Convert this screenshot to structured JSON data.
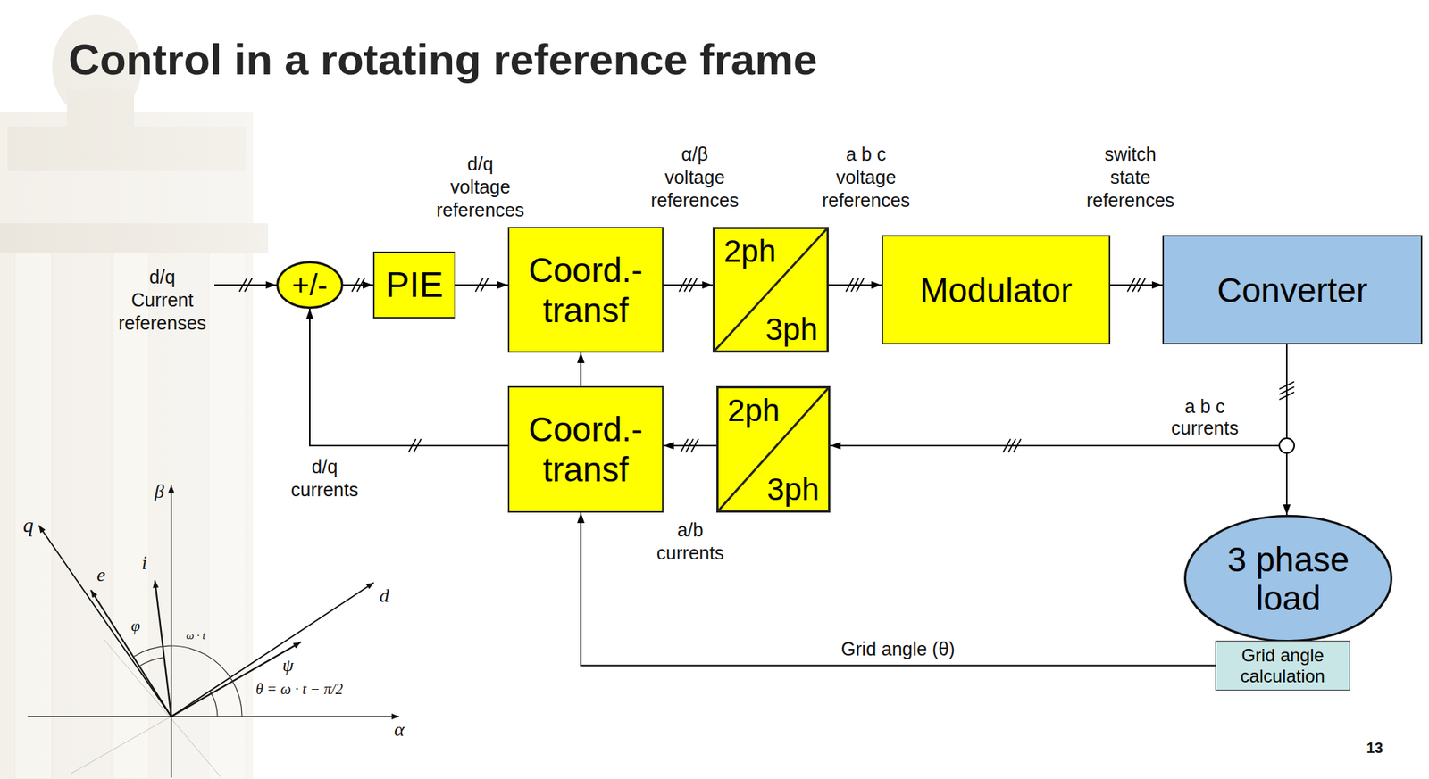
{
  "diagram": {
    "title": "Control in a rotating reference frame",
    "nodes": [
      {
        "text": [
          "+/-"
        ]
      },
      {
        "text": [
          "PIE"
        ]
      },
      {
        "text": [
          "Coord.-transf"
        ]
      },
      {
        "text": [
          "2ph",
          "3ph"
        ]
      },
      {
        "text": [
          "Modulator"
        ]
      },
      {
        "text": [
          "Converter"
        ]
      },
      {
        "text": [
          "Coord.-transf"
        ]
      },
      {
        "text": [
          "2ph",
          "3ph"
        ]
      },
      {
        "text": [
          "3 phase load"
        ]
      },
      {
        "text": [
          "Grid angle calculation"
        ]
      }
    ],
    "edges": [
      {
        "from": 0,
        "to": 1,
        "arrow": "to"
      },
      {
        "from": 1,
        "to": 2,
        "arrow": "to"
      },
      {
        "from": 2,
        "to": 3,
        "arrow": "to"
      },
      {
        "from": 3,
        "to": 4,
        "arrow": "to"
      },
      {
        "from": 4,
        "to": 5,
        "arrow": "to"
      },
      {
        "from": 5,
        "to": 8,
        "arrow": "to"
      },
      {
        "from": 5,
        "to": 7,
        "arrow": "to"
      },
      {
        "from": 7,
        "to": 6,
        "arrow": "to"
      },
      {
        "from": 6,
        "to": 0,
        "arrow": "to"
      },
      {
        "from": 6,
        "to": 2,
        "arrow": "to"
      },
      {
        "from": 9,
        "to": 6,
        "label": "Grid angle (θ)",
        "arrow": "to"
      }
    ],
    "labels": [
      "d/q Current referenses",
      "d/q voltage references",
      "α/β voltage references",
      "a b c voltage references",
      "switch state references",
      "a b c currents",
      "d/q currents",
      "a/b currents",
      "β",
      "q",
      "e⃗",
      "i⃗",
      "φ",
      "ω · t",
      "ψ⃗",
      "d",
      "θ = ω · t − π/2",
      "α",
      "13"
    ]
  }
}
